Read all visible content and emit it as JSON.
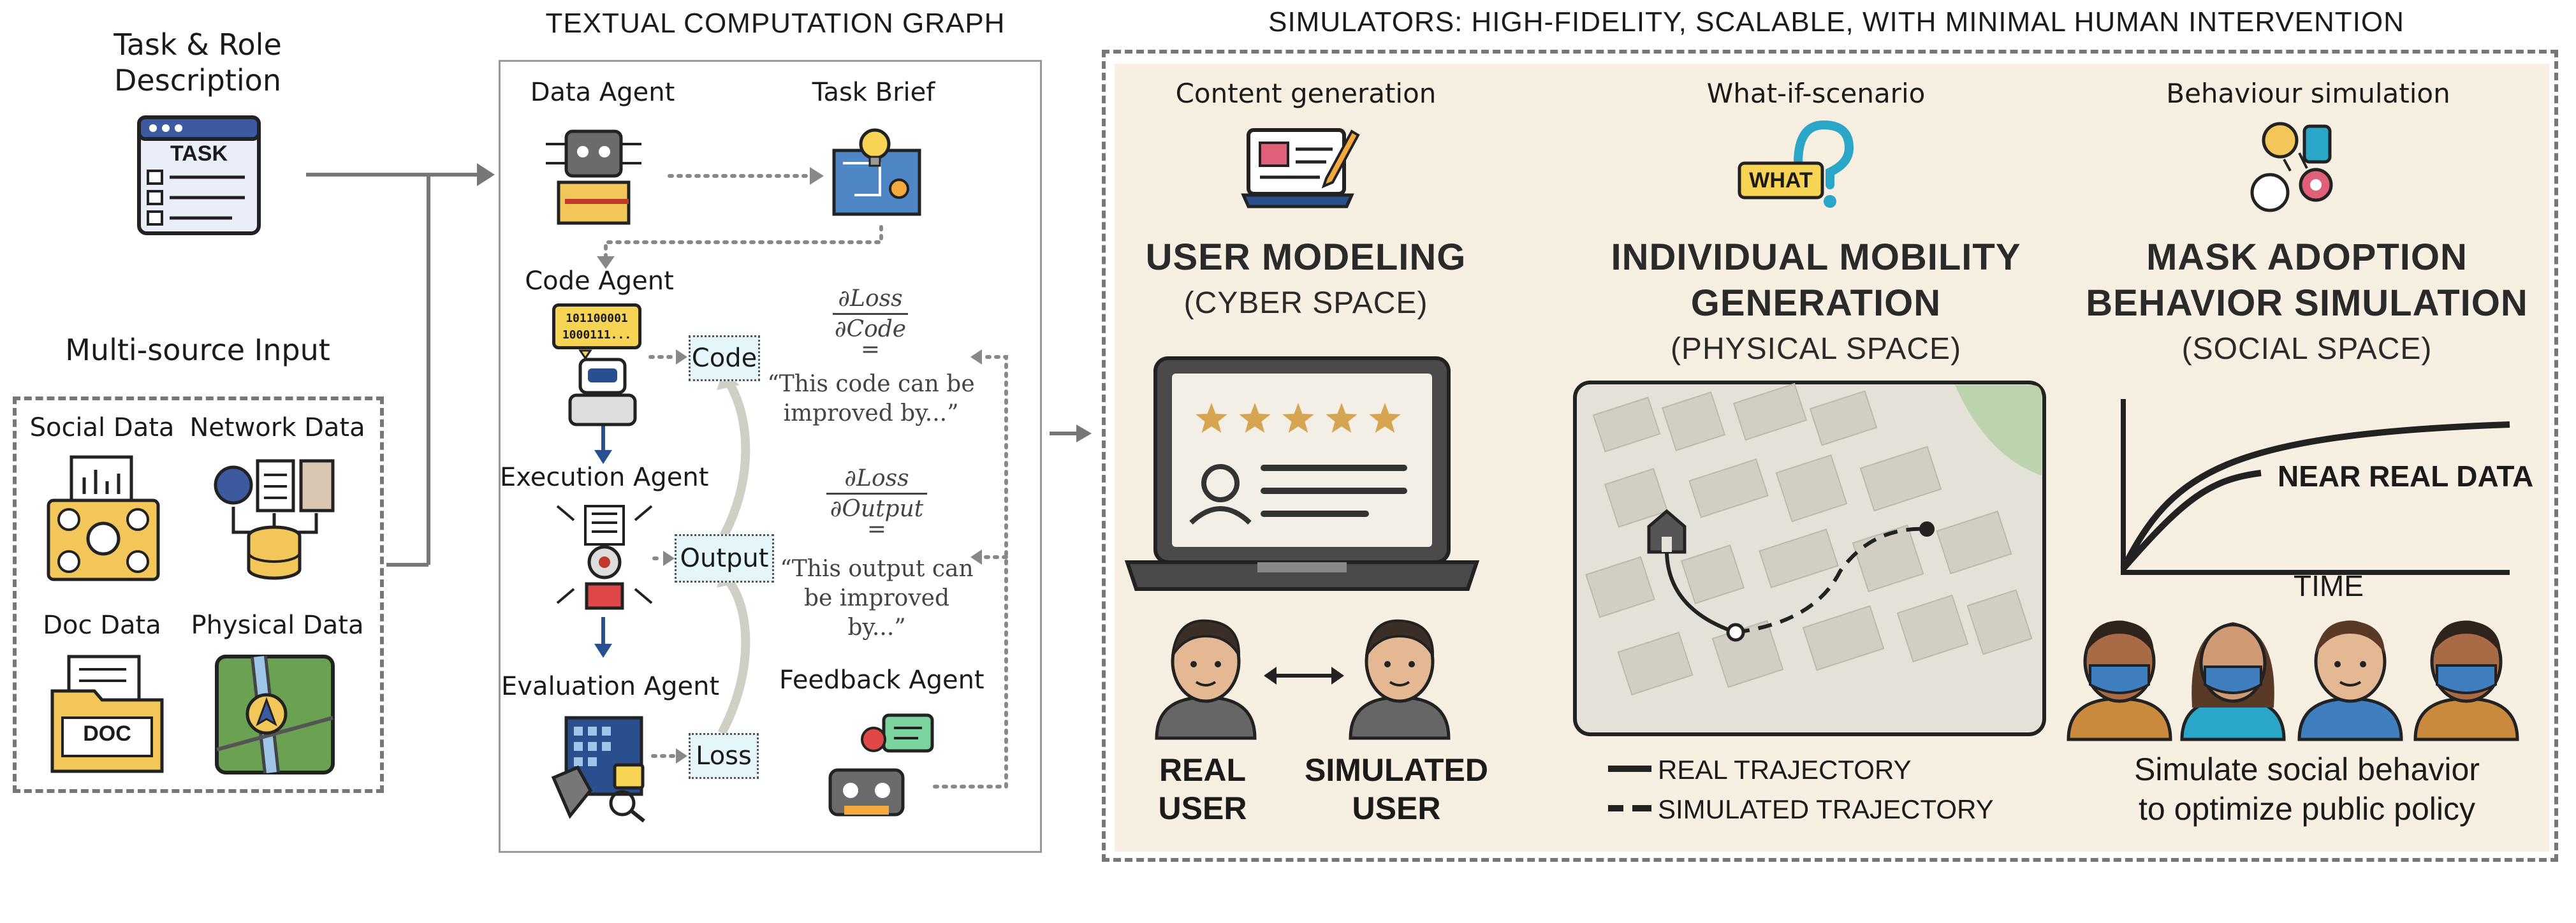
{
  "left": {
    "task_title": "Task  & Role\nDescription",
    "task_icon_text": "TASK",
    "multisource_title": "Multi-source Input",
    "sources": [
      {
        "label": "Social Data"
      },
      {
        "label": "Network Data"
      },
      {
        "label": "Doc Data",
        "icon_text": "DOC"
      },
      {
        "label": "Physical Data"
      }
    ]
  },
  "graph": {
    "title": "TEXTUAL COMPUTATION GRAPH",
    "data_agent": "Data Agent",
    "task_brief": "Task Brief",
    "code_agent": "Code Agent",
    "code_agent_bubble": "101100001\n1000111...",
    "execution_agent": "Execution Agent",
    "evaluation_agent": "Evaluation Agent",
    "feedback_agent": "Feedback Agent",
    "code_var": "Code",
    "output_var": "Output",
    "loss_var": "Loss",
    "grad1_num": "∂Loss",
    "grad1_den": "∂Code",
    "grad1_eq": "=",
    "grad1_text": "“This code can be\nimproved by...”",
    "grad2_num": "∂Loss",
    "grad2_den": "∂Output",
    "grad2_eq": "=",
    "grad2_text": "“This output can\nbe improved\nby...”"
  },
  "simulators": {
    "title": "SIMULATORS: HIGH-FIDELITY, SCALABLE, WITH MINIMAL HUMAN INTERVENTION",
    "panels": [
      {
        "header": "Content generation",
        "title": "USER MODELING",
        "subtitle": "(CYBER SPACE)",
        "real_label": "REAL\nUSER",
        "sim_label": "SIMULATED\nUSER"
      },
      {
        "header": "What-if-scenario",
        "icon_text": "WHAT",
        "title": "INDIVIDUAL MOBILITY\nGENERATION",
        "subtitle": "(PHYSICAL SPACE)",
        "legend": [
          "REAL TRAJECTORY",
          "SIMULATED TRAJECTORY"
        ]
      },
      {
        "header": "Behaviour simulation",
        "title": "MASK ADOPTION\nBEHAVIOR SIMULATION",
        "subtitle": "(SOCIAL SPACE)",
        "curve_label": "NEAR REAL DATA",
        "axis_label": "TIME",
        "caption": "Simulate  social  behavior\nto optimize public policy"
      }
    ]
  },
  "colors": {
    "accent_blue": "#2a4f8f",
    "panel_bg": "#f7efe2",
    "var_box": "#e6f7fb",
    "star": "#d6a552",
    "map_bg": "#e4e1d8"
  }
}
